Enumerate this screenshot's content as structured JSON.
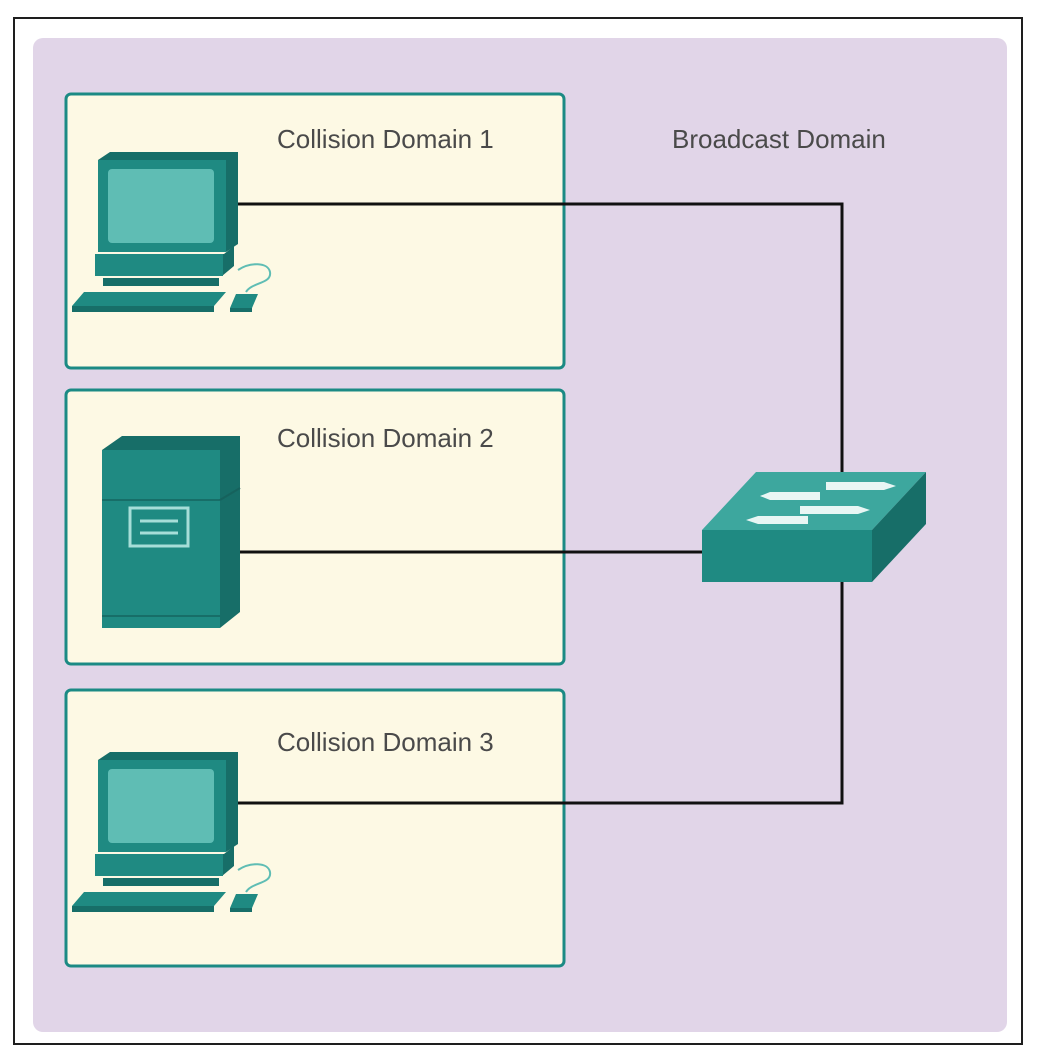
{
  "broadcast_domain": {
    "label": "Broadcast Domain"
  },
  "collision_domains": [
    {
      "label": "Collision Domain 1",
      "device": "pc"
    },
    {
      "label": "Collision Domain 2",
      "device": "server"
    },
    {
      "label": "Collision Domain 3",
      "device": "pc"
    }
  ],
  "central_device": "switch",
  "colors": {
    "broadcast_fill": "#e1d5e8",
    "collision_fill": "#fdf9e4",
    "collision_border": "#1b8a84",
    "device_teal": "#1f8a82",
    "device_dark": "#176e68",
    "device_light": "#5fbdb4",
    "cable": "#111111"
  }
}
